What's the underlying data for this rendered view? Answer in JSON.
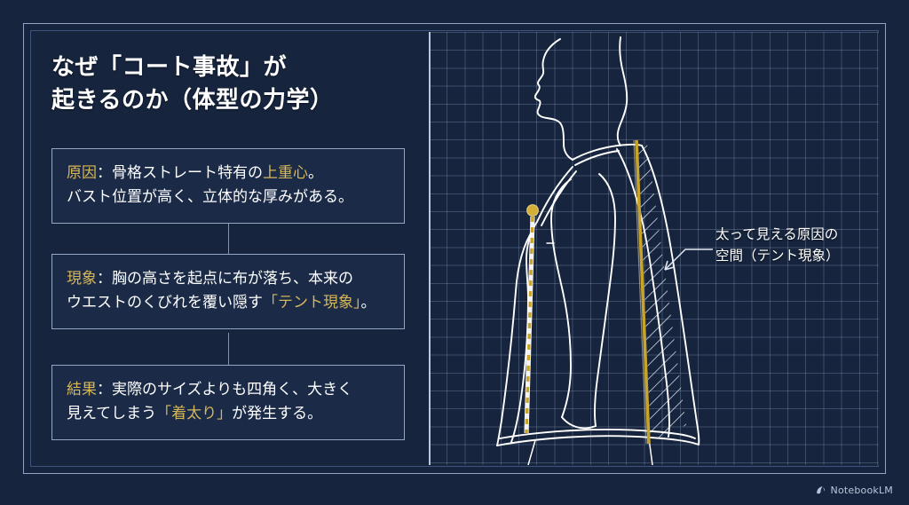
{
  "slide": {
    "title_line1": "なぜ「コート事故」が",
    "title_line2": "起きるのか（体型の力学）",
    "title": "なぜ「コート事故」が\n起きるのか（体型の力学）"
  },
  "cards": [
    {
      "label": "原因",
      "separator": "：",
      "body_before": "骨格ストレート特有の",
      "highlight": "上重心",
      "body_after": "。\nバスト位置が高く、立体的な厚みがある。",
      "full_text": "原因：骨格ストレート特有の上重心。バスト位置が高く、立体的な厚みがある。"
    },
    {
      "label": "現象",
      "separator": "：",
      "body_before": "胸の高さを起点に布が落ち、本来の\nウエストのくびれを覆い隠す",
      "highlight": "「テント現象」",
      "body_after": "。",
      "full_text": "現象：胸の高さを起点に布が落ち、本来のウエストのくびれを覆い隠す「テント現象」。"
    },
    {
      "label": "結果",
      "separator": "：",
      "body_before": "実際のサイズよりも四角く、大きく\n見えてしまう",
      "highlight": "「着太り」",
      "body_after": "が発生する。",
      "full_text": "結果：実際のサイズよりも四角く、大きく見えてしまう「着太り」が発生する。"
    }
  ],
  "diagram": {
    "annotation_line1": "太って見える原因の",
    "annotation_line2": "空間（テント現象）",
    "annotation": "太って見える原因の\n空間（テント現象）",
    "bust_point_marker": "bust-apex-dot",
    "plumb_line_style": "dashed",
    "tent_line_style": "solid",
    "hatch_region_label": "tent-space-hatch"
  },
  "watermark": {
    "label": "NotebookLM",
    "icon": "notebooklm-icon"
  },
  "colors": {
    "background": "#16243d",
    "grid": "#96acd0",
    "ink": "#ffffff",
    "accent_gold": "#d4af37",
    "accent_gold_text": "#d6b759",
    "frame": "#8fa4c4",
    "card_fill": "#1a2a47"
  }
}
